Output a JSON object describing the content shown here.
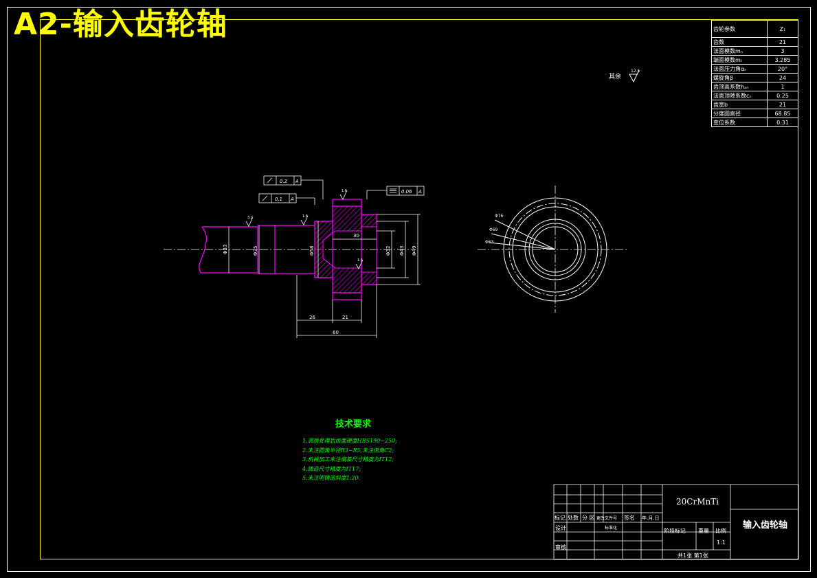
{
  "sheet_title": "A2-输入齿轮轴",
  "gear_params": {
    "header_label": "齿轮参数",
    "header_value": "Z₁",
    "rows": [
      {
        "label": "齿数",
        "value": "21"
      },
      {
        "label": "法面模数mₙ",
        "value": "3"
      },
      {
        "label": "端面模数mₜ",
        "value": "3.285"
      },
      {
        "label": "法面压力角αₙ",
        "value": "20°"
      },
      {
        "label": "螺旋角β",
        "value": "24"
      },
      {
        "label": "齿顶高系数hₐₙ",
        "value": "1"
      },
      {
        "label": "法面顶隙系数cₙ",
        "value": "0.25"
      },
      {
        "label": "齿宽b",
        "value": "21"
      },
      {
        "label": "分度圆直径",
        "value": "68.85"
      },
      {
        "label": "变位系数",
        "value": "0.31"
      }
    ]
  },
  "other_roughness": {
    "label": "其余",
    "value": "12.5"
  },
  "tolerances": {
    "runout_1": "0.2",
    "runout_1_datum": "A",
    "runout_2": "0.1",
    "runout_2_datum": "A",
    "symmetry": "0.06",
    "symmetry_datum": "A"
  },
  "roughness": {
    "r1": "3.2",
    "r2": "1.6",
    "r3": "1.6",
    "r4": "1.6"
  },
  "dimensions": {
    "d33": "Φ33",
    "d35": "Φ35",
    "d58": "Φ58",
    "d32": "Φ32",
    "d43": "Φ43",
    "d49": "Φ49",
    "len30": "30",
    "len26": "26",
    "len21": "21",
    "len60": "60",
    "c76": "Φ76",
    "c69": "Φ69",
    "c63": "Φ63"
  },
  "tech_requirements": {
    "title": "技术要求",
    "lines": [
      "1.调质处理后齿面硬度HBS190~250;",
      "2.未注圆角半径R3~R5,未注倒角C2;",
      "3.机械加工未注偏差尺寸精度为IT12;",
      "4.铸造尺寸精度为IT17;",
      "5.未注明铸造斜度1:20."
    ]
  },
  "title_block": {
    "material": "20CrMnTi",
    "part_name": "输入齿轮轴",
    "col_mark": "标记",
    "col_count": "处数",
    "col_zone": "分 区",
    "col_doc": "更改文件号",
    "col_sign": "签名",
    "col_date": "年.月.日",
    "designer": "设计",
    "standardize": "标准化",
    "review": "审核",
    "stage_mark": "阶段标记",
    "weight": "重量",
    "scale_label": "比例",
    "scale": "1:1",
    "sheets": "共1张 第1张"
  },
  "colors": {
    "frame": "#ffffff",
    "title": "#ffff00",
    "outline": "#ff00ff",
    "dim": "#ffffff",
    "tech": "#00ff00"
  }
}
